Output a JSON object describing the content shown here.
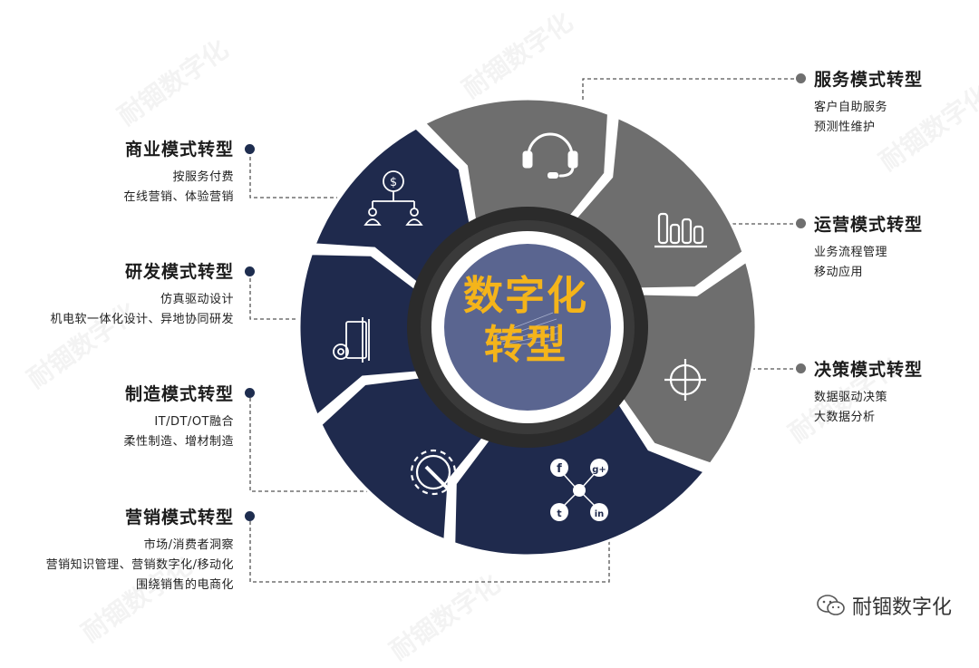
{
  "center": {
    "line1": "数字化",
    "line2": "转型"
  },
  "left_labels": [
    {
      "title": "商业模式转型",
      "lines": [
        "按服务付费",
        "在线营销、体验营销"
      ]
    },
    {
      "title": "研发模式转型",
      "lines": [
        "仿真驱动设计",
        "机电软一体化设计、异地协同研发"
      ]
    },
    {
      "title": "制造模式转型",
      "lines": [
        "IT/DT/OT融合",
        "柔性制造、增材制造"
      ]
    },
    {
      "title": "营销模式转型",
      "lines": [
        "市场/消费者洞察",
        "营销知识管理、营销数字化/移动化",
        "围绕销售的电商化"
      ]
    }
  ],
  "right_labels": [
    {
      "title": "服务模式转型",
      "lines": [
        "客户自助服务",
        "预测性维护"
      ]
    },
    {
      "title": "运营模式转型",
      "lines": [
        "业务流程管理",
        "移动应用"
      ]
    },
    {
      "title": "决策模式转型",
      "lines": [
        "数据驱动决策",
        "大数据分析"
      ]
    }
  ],
  "segments": [
    {
      "key": "service",
      "color": "#6e6e6e",
      "icon": "headset-icon"
    },
    {
      "key": "operation",
      "color": "#6e6e6e",
      "icon": "bar-chart-icon"
    },
    {
      "key": "decision",
      "color": "#6e6e6e",
      "icon": "crosshair-icon"
    },
    {
      "key": "marketing",
      "color": "#1f2a4d",
      "icon": "social-network-icon"
    },
    {
      "key": "manufacturing",
      "color": "#1f2a4d",
      "icon": "gear-wrench-icon"
    },
    {
      "key": "rd",
      "color": "#1f2a4d",
      "icon": "design-gear-icon"
    },
    {
      "key": "business",
      "color": "#1f2a4d",
      "icon": "org-dollar-icon"
    }
  ],
  "colors": {
    "navy": "#1f2a4d",
    "gray": "#6e6e6e",
    "center_fill": "#5a6590",
    "center_text": "#f4b41a",
    "inner_ring": "#2b2b2b"
  },
  "watermark_text": "耐锢数字化",
  "footer": {
    "brand": "耐锢数字化",
    "icon": "wechat-icon"
  }
}
